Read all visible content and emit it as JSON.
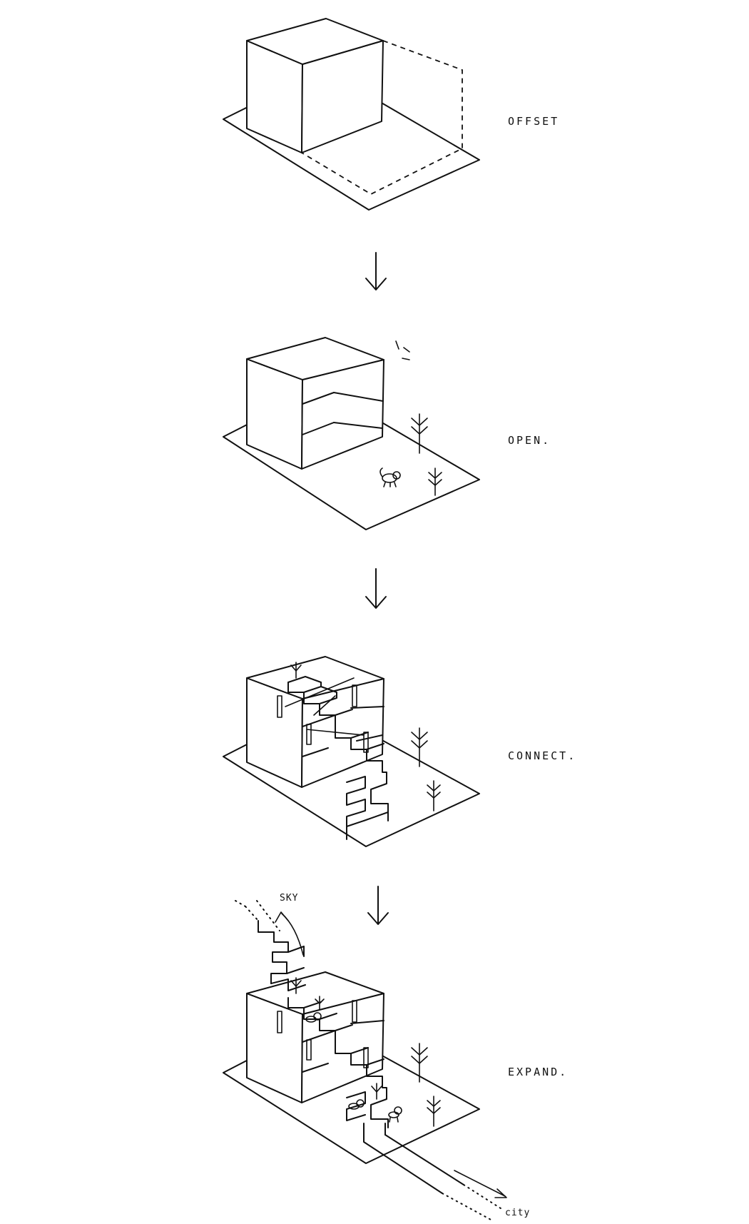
{
  "steps": [
    {
      "label": "OFFSET"
    },
    {
      "label": "OPEN."
    },
    {
      "label": "CONNECT."
    },
    {
      "label": "EXPAND."
    }
  ],
  "annotations": {
    "sky": "SKY",
    "city": "city"
  },
  "colors": {
    "ink": "#111111",
    "background": "#ffffff"
  }
}
